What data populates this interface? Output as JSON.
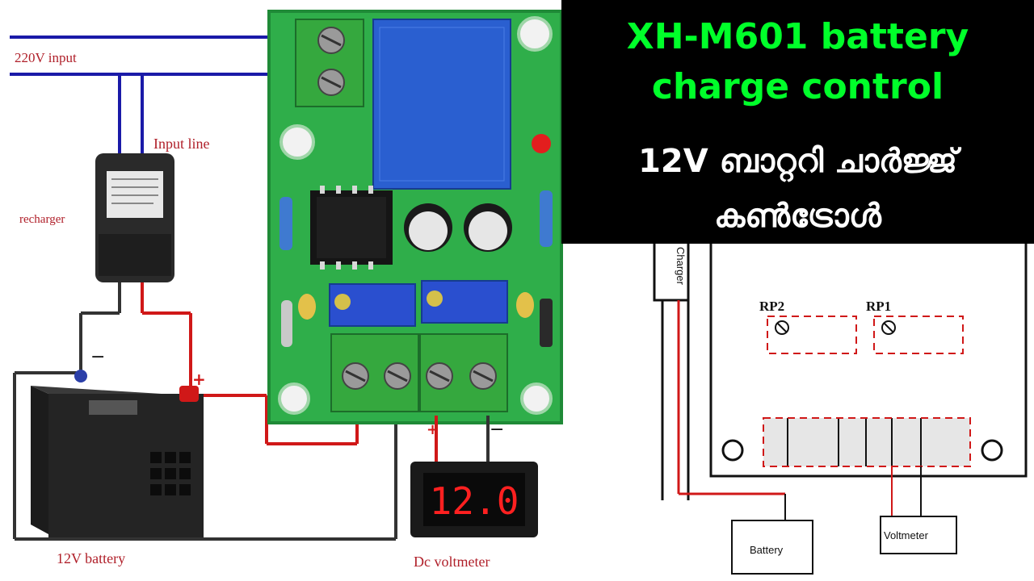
{
  "title": {
    "line1": "XH-M601 battery",
    "line2": "charge control",
    "line3": "12V ബാറ്ററി ചാർജ്ജ്",
    "line4": "കൺട്രോൾ"
  },
  "labels": {
    "input_220v": "220V input",
    "input_line": "Input line",
    "recharger": "recharger",
    "battery_12v": "12V battery",
    "dc_voltmeter": "Dc voltmeter",
    "minus": "−",
    "plus": "+"
  },
  "voltmeter": {
    "reading": "12.0"
  },
  "schematic": {
    "charger": "Charger",
    "rp2": "RP2",
    "rp1": "RP1",
    "battery": "Battery",
    "voltmeter": "Voltmeter"
  },
  "colors": {
    "title_bg": "#000000",
    "title_green": "#00ff2a",
    "wire_blue": "#1a1aa8",
    "wire_red": "#d01818",
    "pcb_green": "#2fae4a",
    "relay_blue": "#2a5fd0"
  }
}
